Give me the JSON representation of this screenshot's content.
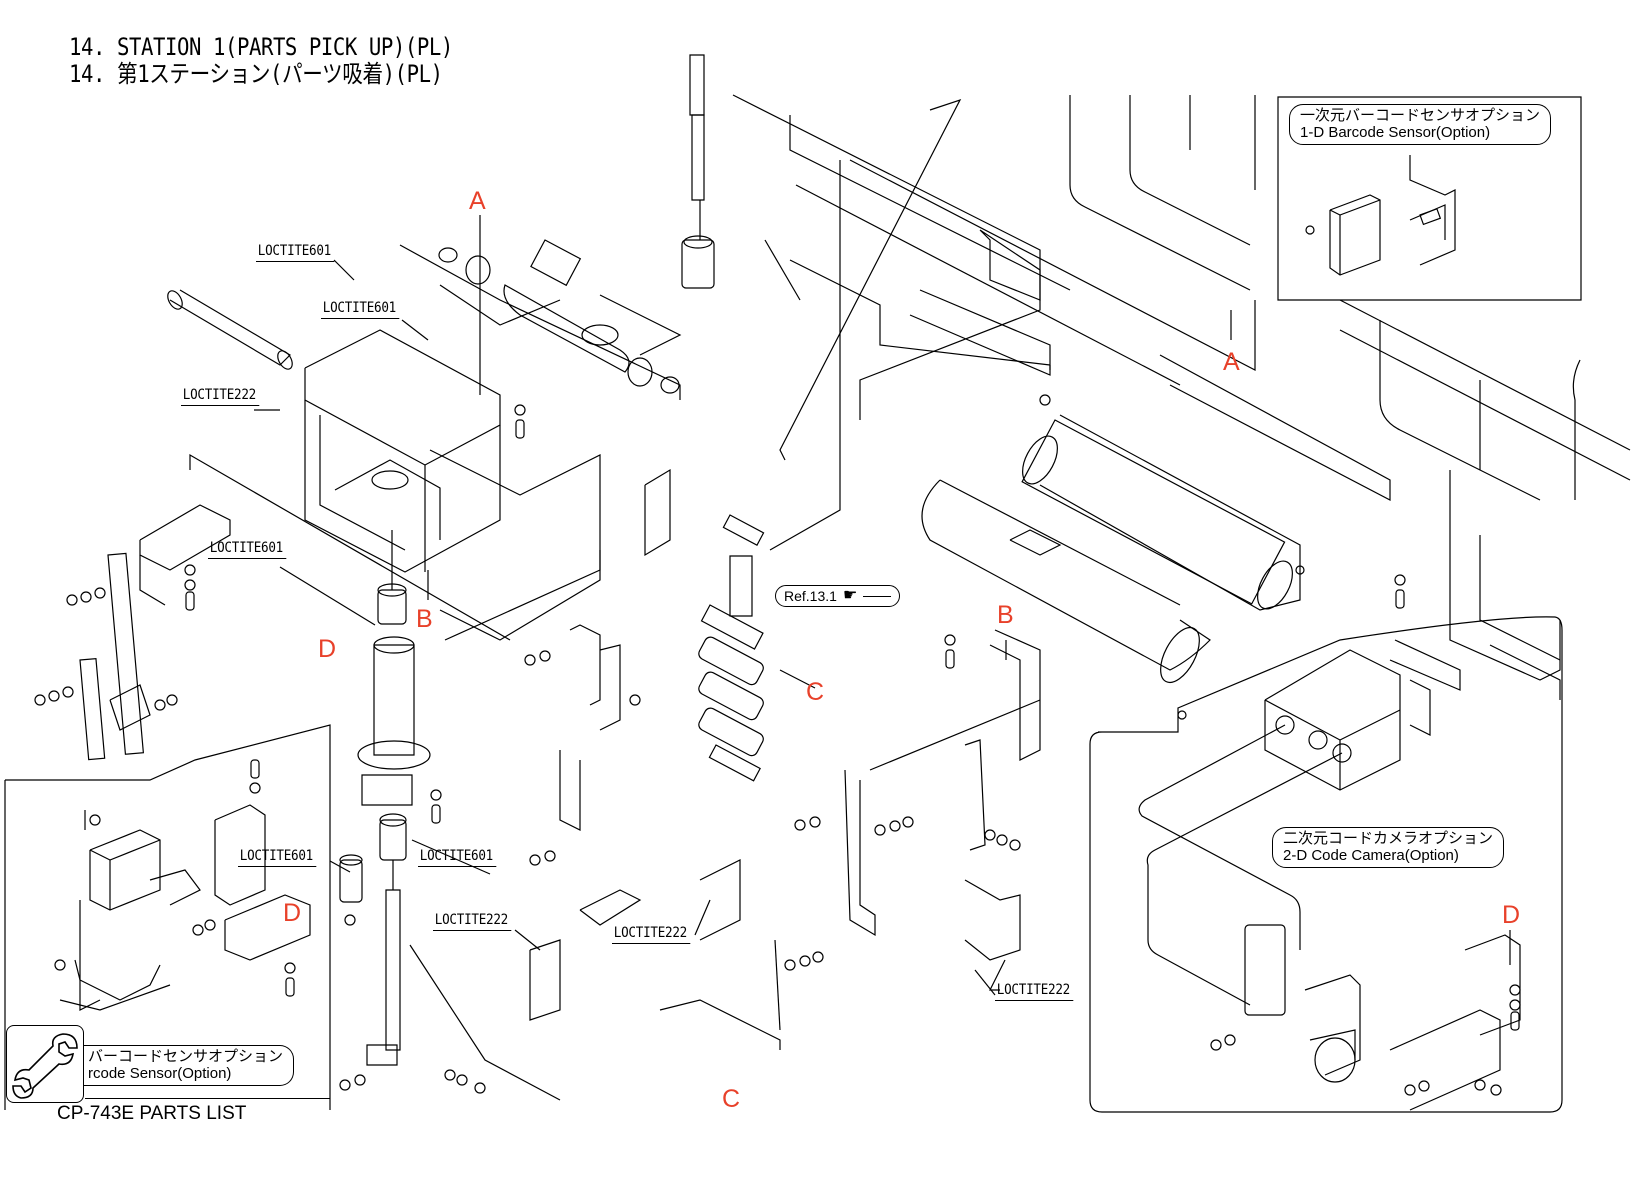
{
  "document": {
    "title_en": "14. STATION 1(PARTS PICK UP)(PL)",
    "title_ja": "14. 第1ステーション(パーツ吸着)(PL)",
    "footer": "CP-743E PARTS LIST",
    "accent_color": "#e8412a"
  },
  "callouts": {
    "A1": "A",
    "A2": "A",
    "B1": "B",
    "B2": "B",
    "C1": "C",
    "C2": "C",
    "D1": "D",
    "D2": "D",
    "D3": "D"
  },
  "adhesive_notes": [
    "LOCTITE601",
    "LOCTITE601",
    "LOCTITE222",
    "LOCTITE601",
    "LOCTITE601",
    "LOCTITE601",
    "LOCTITE222",
    "LOCTITE222",
    "LOCTITE222"
  ],
  "options": {
    "barcode_1d_ja": "一次元バーコードセンサオプション",
    "barcode_1d_en": "1-D Barcode Sensor(Option)",
    "camera_2d_ja": "二次元コードカメラオプション",
    "camera_2d_en": "2-D Code Camera(Option)",
    "barcode_partial_ja": "バーコードセンサオプション",
    "barcode_partial_en": "rcode Sensor(Option)"
  },
  "reference": {
    "label": "Ref.13.1",
    "icon": "pointing-hand-icon"
  },
  "icons": {
    "wrench": "wrench-icon"
  }
}
